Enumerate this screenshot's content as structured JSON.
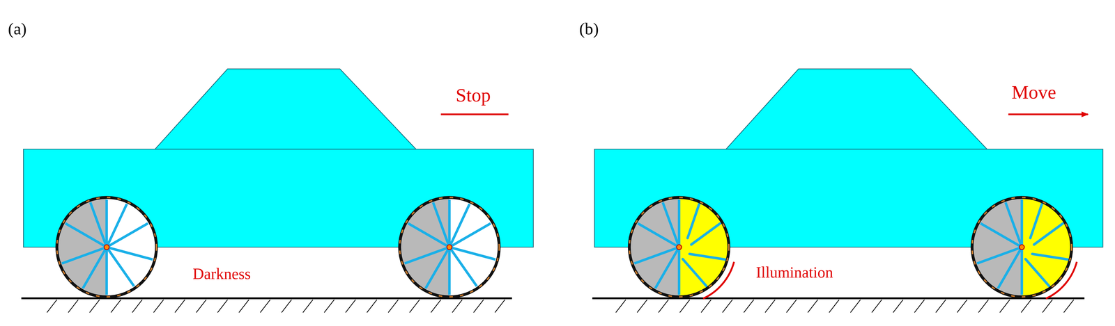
{
  "diagram": {
    "labels": [
      "(a)",
      "(b)",
      "Stop",
      "Move",
      "Darkness",
      "Illumination"
    ]
  }
}
